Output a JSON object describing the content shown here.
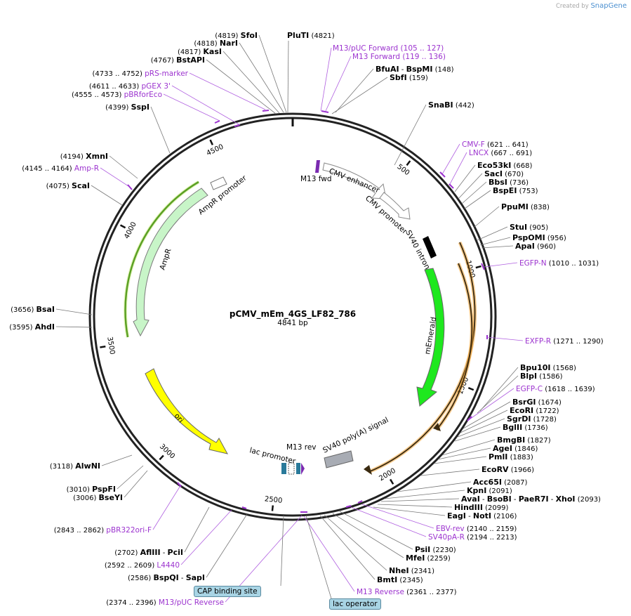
{
  "credit": {
    "prefix": "Created by",
    "brand": "SnapGene"
  },
  "title": "pCMV_mEm_4GS_LF82_786",
  "subtitle": "4841 bp",
  "ticks": [
    "500",
    "1000",
    "1500",
    "2000",
    "2500",
    "3000",
    "3500",
    "4000",
    "4500"
  ],
  "features": {
    "m13fwd": "M13 fwd",
    "cmv_enh": "CMV enhancer",
    "cmv_prom": "CMV promoter",
    "sv40_intron": "SV40 intron",
    "memerald": "mEmerald",
    "sv40_polya": "SV40 poly(A) signal",
    "m13rev": "M13 rev",
    "lac_prom": "lac promoter",
    "ori": "ori",
    "ampr": "AmpR",
    "ampr_prom": "AmpR promoter"
  },
  "boxed": {
    "cap": "CAP binding site",
    "lacop": "lac operator"
  },
  "right_labels": [
    {
      "name": "BfuAI",
      "sep": " - ",
      "name2": "BspMI",
      "pos": "(148)",
      "type": "enz"
    },
    {
      "name": "SbfI",
      "pos": "(159)",
      "type": "enz"
    },
    {
      "name": "SnaBI",
      "pos": "(442)",
      "type": "enz"
    },
    {
      "name": "CMV-F",
      "pos": "(621 .. 641)",
      "type": "prm"
    },
    {
      "name": "LNCX",
      "pos": "(667 .. 691)",
      "type": "prm"
    },
    {
      "name": "Eco53kI",
      "pos": "(668)",
      "type": "enz"
    },
    {
      "name": "SacI",
      "pos": "(670)",
      "type": "enz"
    },
    {
      "name": "BbsI",
      "pos": "(736)",
      "type": "enz"
    },
    {
      "name": "BspEI",
      "pos": "(753)",
      "type": "enz"
    },
    {
      "name": "PpuMI",
      "pos": "(838)",
      "type": "enz"
    },
    {
      "name": "StuI",
      "pos": "(905)",
      "type": "enz"
    },
    {
      "name": "PspOMI",
      "pos": "(956)",
      "type": "enz"
    },
    {
      "name": "ApaI",
      "pos": "(960)",
      "type": "enz"
    },
    {
      "name": "EGFP-N",
      "pos": "(1010 .. 1031)",
      "type": "prm"
    },
    {
      "name": "EXFP-R",
      "pos": "(1271 .. 1290)",
      "type": "prm"
    },
    {
      "name": "Bpu10I",
      "pos": "(1568)",
      "type": "enz"
    },
    {
      "name": "BlpI",
      "pos": "(1586)",
      "type": "enz"
    },
    {
      "name": "EGFP-C",
      "pos": "(1618 .. 1639)",
      "type": "prm"
    },
    {
      "name": "BsrGI",
      "pos": "(1674)",
      "type": "enz"
    },
    {
      "name": "EcoRI",
      "pos": "(1722)",
      "type": "enz"
    },
    {
      "name": "SgrDI",
      "pos": "(1728)",
      "type": "enz"
    },
    {
      "name": "BglII",
      "pos": "(1736)",
      "type": "enz"
    },
    {
      "name": "BmgBI",
      "pos": "(1827)",
      "type": "enz"
    },
    {
      "name": "AgeI",
      "pos": "(1846)",
      "type": "enz"
    },
    {
      "name": "PmlI",
      "pos": "(1883)",
      "type": "enz"
    },
    {
      "name": "EcoRV",
      "pos": "(1966)",
      "type": "enz"
    },
    {
      "name": "Acc65I",
      "pos": "(2087)",
      "type": "enz"
    },
    {
      "name": "KpnI",
      "pos": "(2091)",
      "type": "enz"
    },
    {
      "name": "AvaI",
      "sep": " - ",
      "name2": "BsoBI",
      "sep2": " - ",
      "name3": "PaeR7I",
      "sep3": " - ",
      "name4": "XhoI",
      "pos": "(2093)",
      "type": "enz"
    },
    {
      "name": "HindIII",
      "pos": "(2099)",
      "type": "enz"
    },
    {
      "name": "EagI",
      "sep": " - ",
      "name2": "NotI",
      "pos": "(2106)",
      "type": "enz"
    },
    {
      "name": "EBV-rev",
      "pos": "(2140 .. 2159)",
      "type": "prm"
    },
    {
      "name": "SV40pA-R",
      "pos": "(2194 .. 2213)",
      "type": "prm"
    },
    {
      "name": "PsiI",
      "pos": "(2230)",
      "type": "enz"
    },
    {
      "name": "MfeI",
      "pos": "(2259)",
      "type": "enz"
    },
    {
      "name": "NheI",
      "pos": "(2341)",
      "type": "enz"
    },
    {
      "name": "BmtI",
      "pos": "(2345)",
      "type": "enz"
    },
    {
      "name": "M13 Reverse",
      "pos": "(2361 .. 2377)",
      "type": "prm"
    }
  ],
  "left_labels": [
    {
      "name": "SfoI",
      "pos": "(4819)",
      "type": "enz"
    },
    {
      "name": "PluTI",
      "pos": "(4821)",
      "type": "enz"
    },
    {
      "name": "NarI",
      "pos": "(4818)",
      "type": "enz"
    },
    {
      "name": "KasI",
      "pos": "(4817)",
      "type": "enz"
    },
    {
      "name": "BstAPI",
      "pos": "(4767)",
      "type": "enz"
    },
    {
      "name": "pRS-marker",
      "pos": "(4733 .. 4752)",
      "type": "prm"
    },
    {
      "name": "pGEX 3'",
      "pos": "(4611 .. 4633)",
      "type": "prm"
    },
    {
      "name": "pBRforEco",
      "pos": "(4555 .. 4573)",
      "type": "prm"
    },
    {
      "name": "SspI",
      "pos": "(4399)",
      "type": "enz"
    },
    {
      "name": "XmnI",
      "pos": "(4194)",
      "type": "enz"
    },
    {
      "name": "Amp-R",
      "pos": "(4145 .. 4164)",
      "type": "prm"
    },
    {
      "name": "ScaI",
      "pos": "(4075)",
      "type": "enz"
    },
    {
      "name": "BsaI",
      "pos": "(3656)",
      "type": "enz"
    },
    {
      "name": "AhdI",
      "pos": "(3595)",
      "type": "enz"
    },
    {
      "name": "AlwNI",
      "pos": "(3118)",
      "type": "enz"
    },
    {
      "name": "PspFI",
      "pos": "(3010)",
      "type": "enz"
    },
    {
      "name": "BseYI",
      "pos": "(3006)",
      "type": "enz"
    },
    {
      "name": "pBR322ori-F",
      "pos": "(2843 .. 2862)",
      "type": "prm"
    },
    {
      "name": "AflIII",
      "sep": " - ",
      "name2": "PciI",
      "pos": "(2702)",
      "type": "enz"
    },
    {
      "name": "L4440",
      "pos": "(2592 .. 2609)",
      "type": "prm"
    },
    {
      "name": "BspQI",
      "sep": " - ",
      "name2": "SapI",
      "pos": "(2586)",
      "type": "enz"
    },
    {
      "name": "M13/pUC Reverse",
      "pos": "(2374 .. 2396)",
      "type": "prm"
    }
  ],
  "top_labels": [
    {
      "name": "M13/pUC Forward",
      "pos": "(105 .. 127)",
      "type": "prm"
    },
    {
      "name": "M13 Forward",
      "pos": "(119 .. 136)",
      "type": "prm"
    }
  ],
  "colors": {
    "ring": "#222222",
    "primer": "#9c33cf",
    "emerald": "#1ee81e",
    "ampr": "#c8f5c8",
    "ori": "#ffff00",
    "orange": "#f0a030",
    "grey": "#a8acb4"
  }
}
